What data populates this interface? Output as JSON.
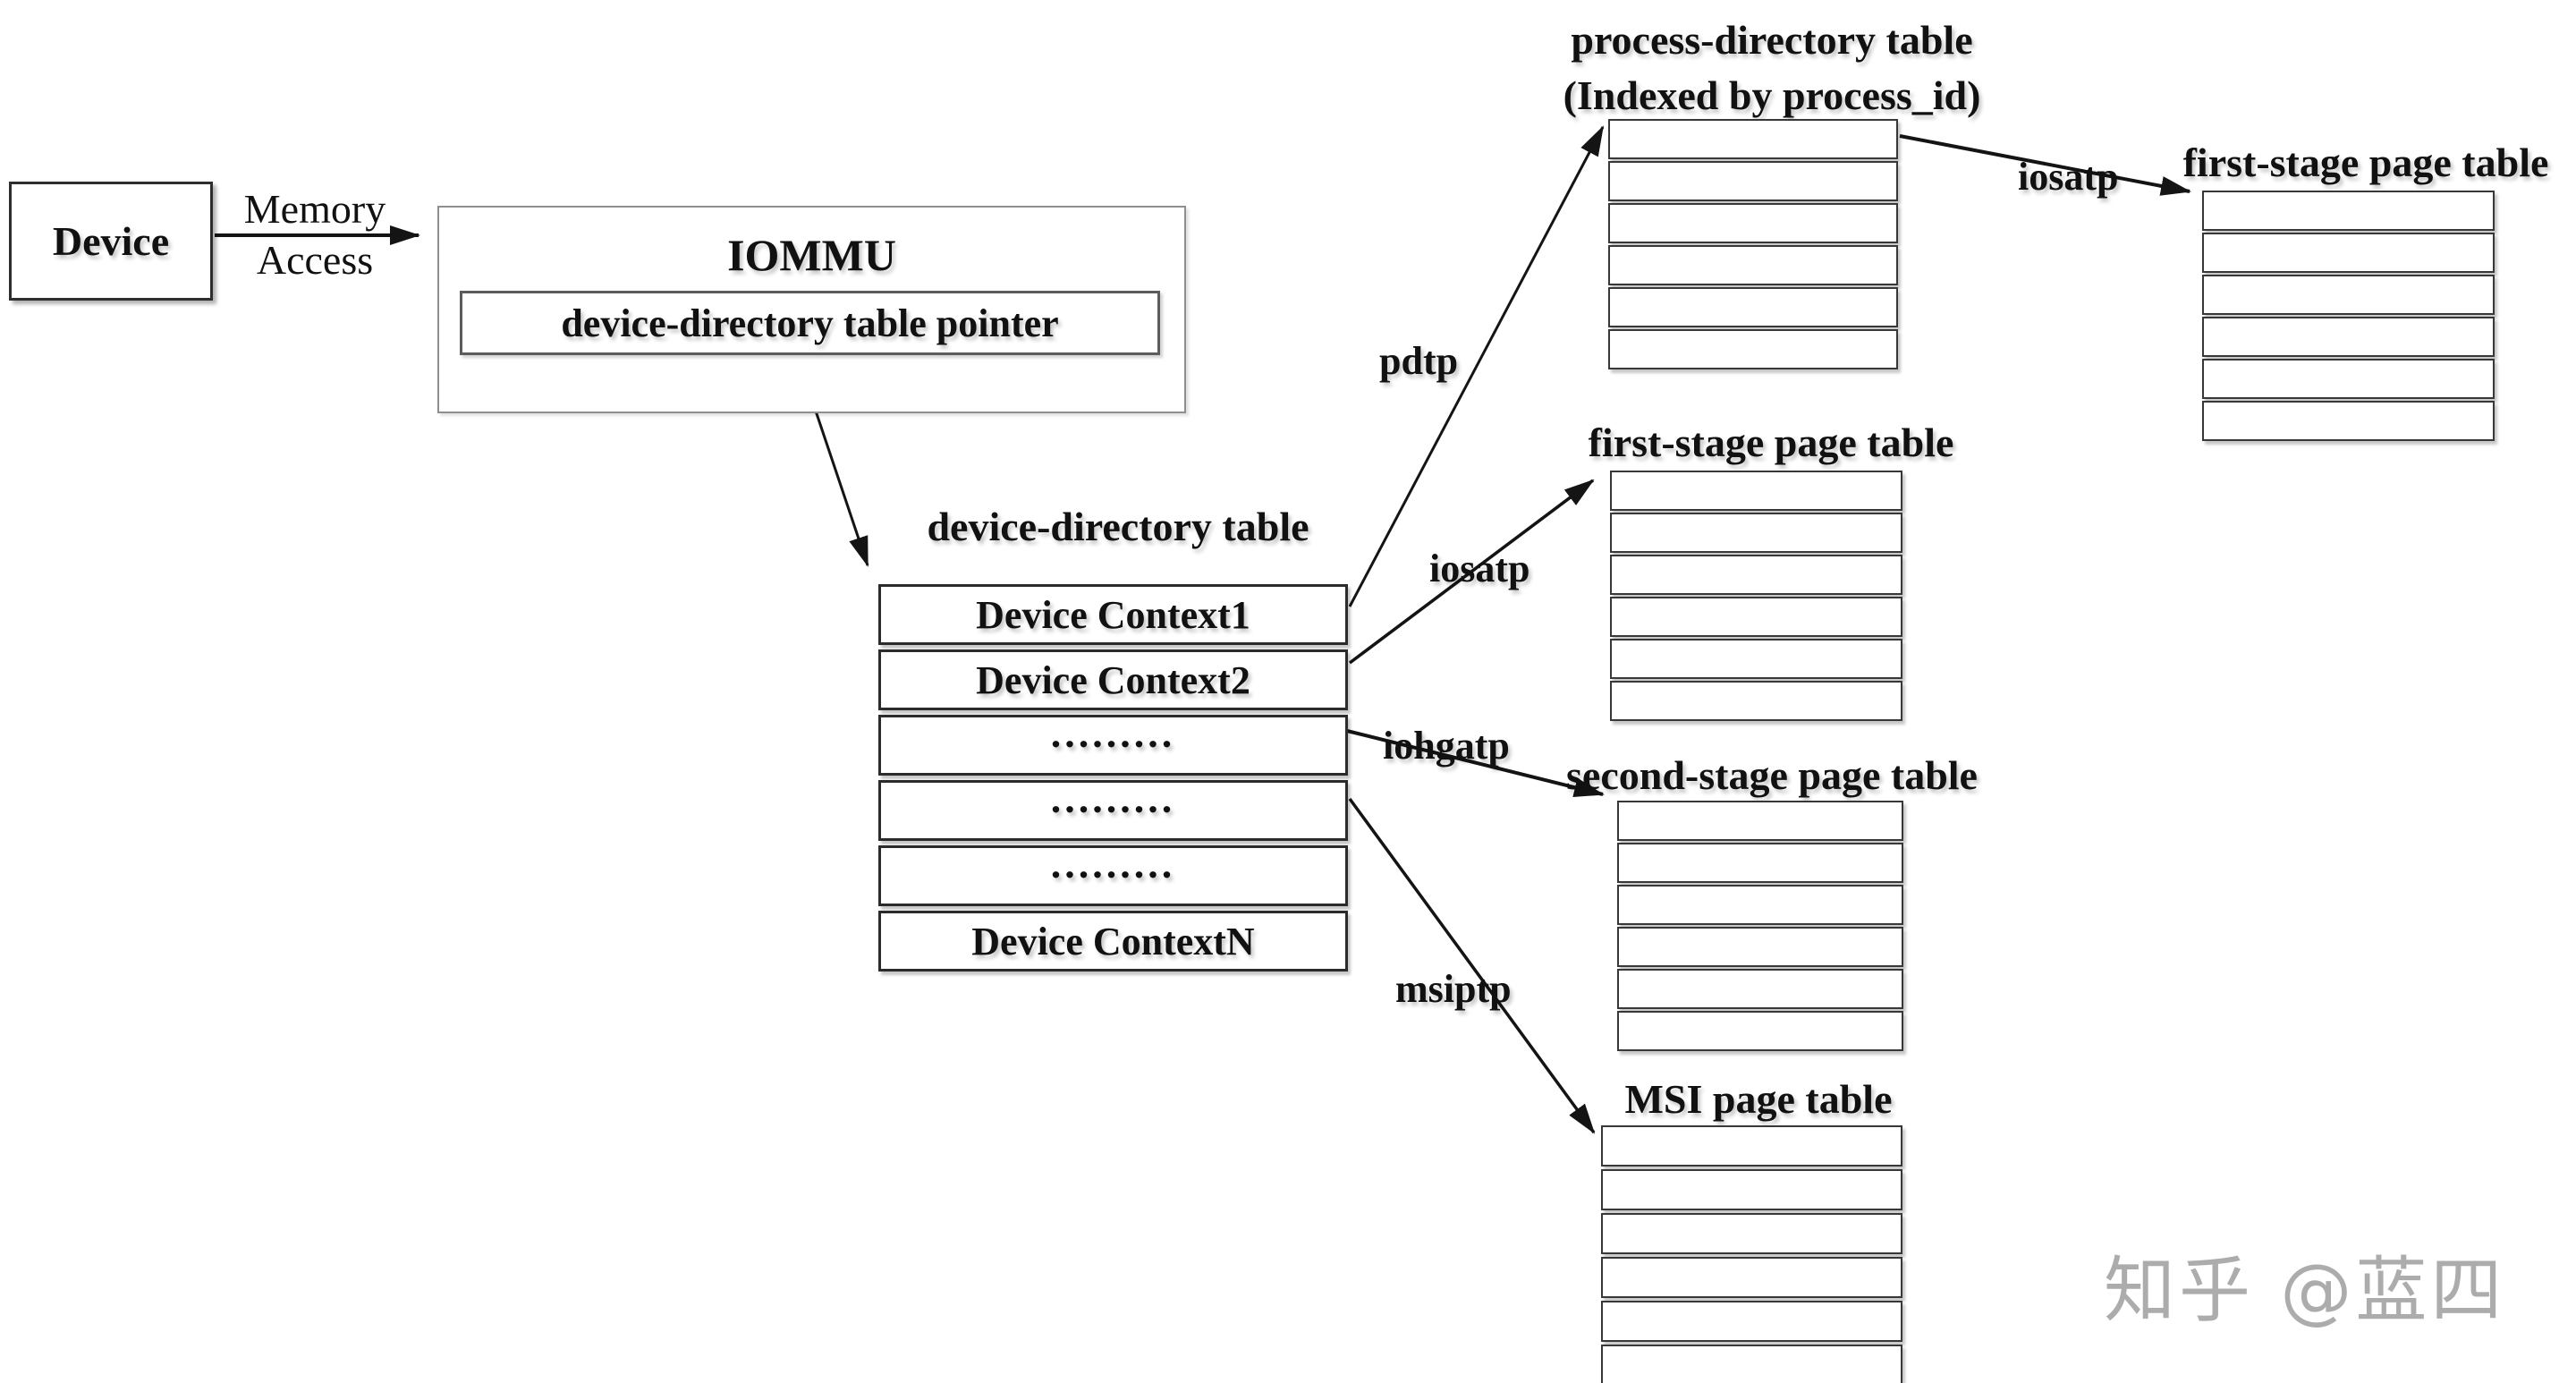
{
  "diagram": {
    "device": {
      "label": "Device"
    },
    "memory_access": {
      "line1": "Memory",
      "line2": "Access"
    },
    "iommu": {
      "title": "IOMMU",
      "pointer": "device-directory table pointer"
    },
    "device_directory": {
      "title": "device-directory table",
      "rows": [
        "Device Context1",
        "Device Context2",
        ".........",
        ".........",
        ".........",
        "Device ContextN"
      ]
    },
    "process_directory": {
      "title_line1": "process-directory table",
      "title_line2": "(Indexed by process_id)",
      "row_count": 6
    },
    "first_stage_top": {
      "title": "first-stage page table",
      "row_count": 6
    },
    "first_stage_mid": {
      "title": "first-stage page table",
      "row_count": 6
    },
    "second_stage": {
      "title": "second-stage page table",
      "row_count": 6
    },
    "msi": {
      "title": "MSI page table",
      "row_count": 6
    },
    "labels": {
      "pdtp": "pdtp",
      "iosatp_top": "iosatp",
      "iosatp_mid": "iosatp",
      "iohgatp": "iohgatp",
      "msiptp": "msiptp"
    }
  },
  "watermark": "知乎 @蓝四",
  "colors": {
    "background": "#ffffff",
    "line": "#141414",
    "text": "#111111",
    "watermark": "#acacac"
  }
}
